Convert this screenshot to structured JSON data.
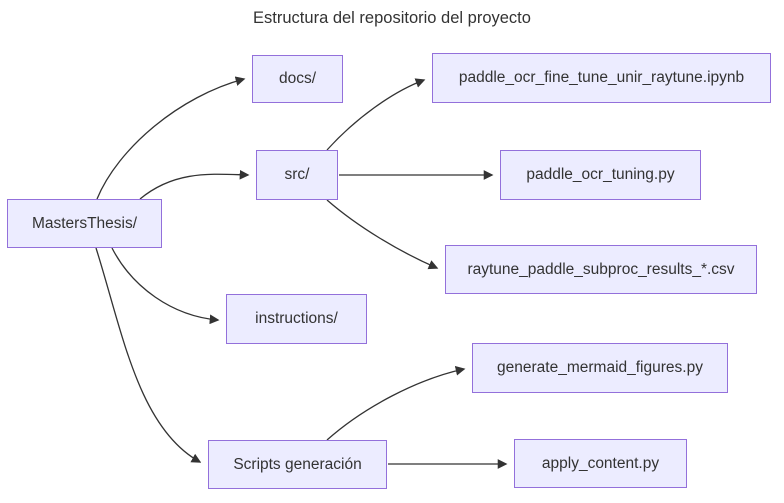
{
  "diagram": {
    "title": "Estructura del repositorio del proyecto",
    "type": "flowchart-left-to-right",
    "colors": {
      "node_fill": "#ECECFF",
      "node_border": "#9370DB",
      "text": "#333333",
      "edge": "#333333",
      "background": "#FFFFFF"
    },
    "nodes": [
      {
        "id": "masters",
        "label": "MastersThesis/"
      },
      {
        "id": "docs",
        "label": "docs/"
      },
      {
        "id": "src",
        "label": "src/"
      },
      {
        "id": "ipynb",
        "label": "paddle_ocr_fine_tune_unir_raytune.ipynb"
      },
      {
        "id": "tuning",
        "label": "paddle_ocr_tuning.py"
      },
      {
        "id": "csv",
        "label": "raytune_paddle_subproc_results_*.csv"
      },
      {
        "id": "instructions",
        "label": "instructions/"
      },
      {
        "id": "genfig",
        "label": "generate_mermaid_figures.py"
      },
      {
        "id": "scripts",
        "label": "Scripts generación"
      },
      {
        "id": "apply",
        "label": "apply_content.py"
      }
    ],
    "edges": [
      {
        "from": "MastersThesis/",
        "to": "docs/"
      },
      {
        "from": "MastersThesis/",
        "to": "src/"
      },
      {
        "from": "MastersThesis/",
        "to": "instructions/"
      },
      {
        "from": "MastersThesis/",
        "to": "Scripts generación"
      },
      {
        "from": "src/",
        "to": "paddle_ocr_fine_tune_unir_raytune.ipynb"
      },
      {
        "from": "src/",
        "to": "paddle_ocr_tuning.py"
      },
      {
        "from": "src/",
        "to": "raytune_paddle_subproc_results_*.csv"
      },
      {
        "from": "Scripts generación",
        "to": "generate_mermaid_figures.py"
      },
      {
        "from": "Scripts generación",
        "to": "apply_content.py"
      }
    ]
  }
}
